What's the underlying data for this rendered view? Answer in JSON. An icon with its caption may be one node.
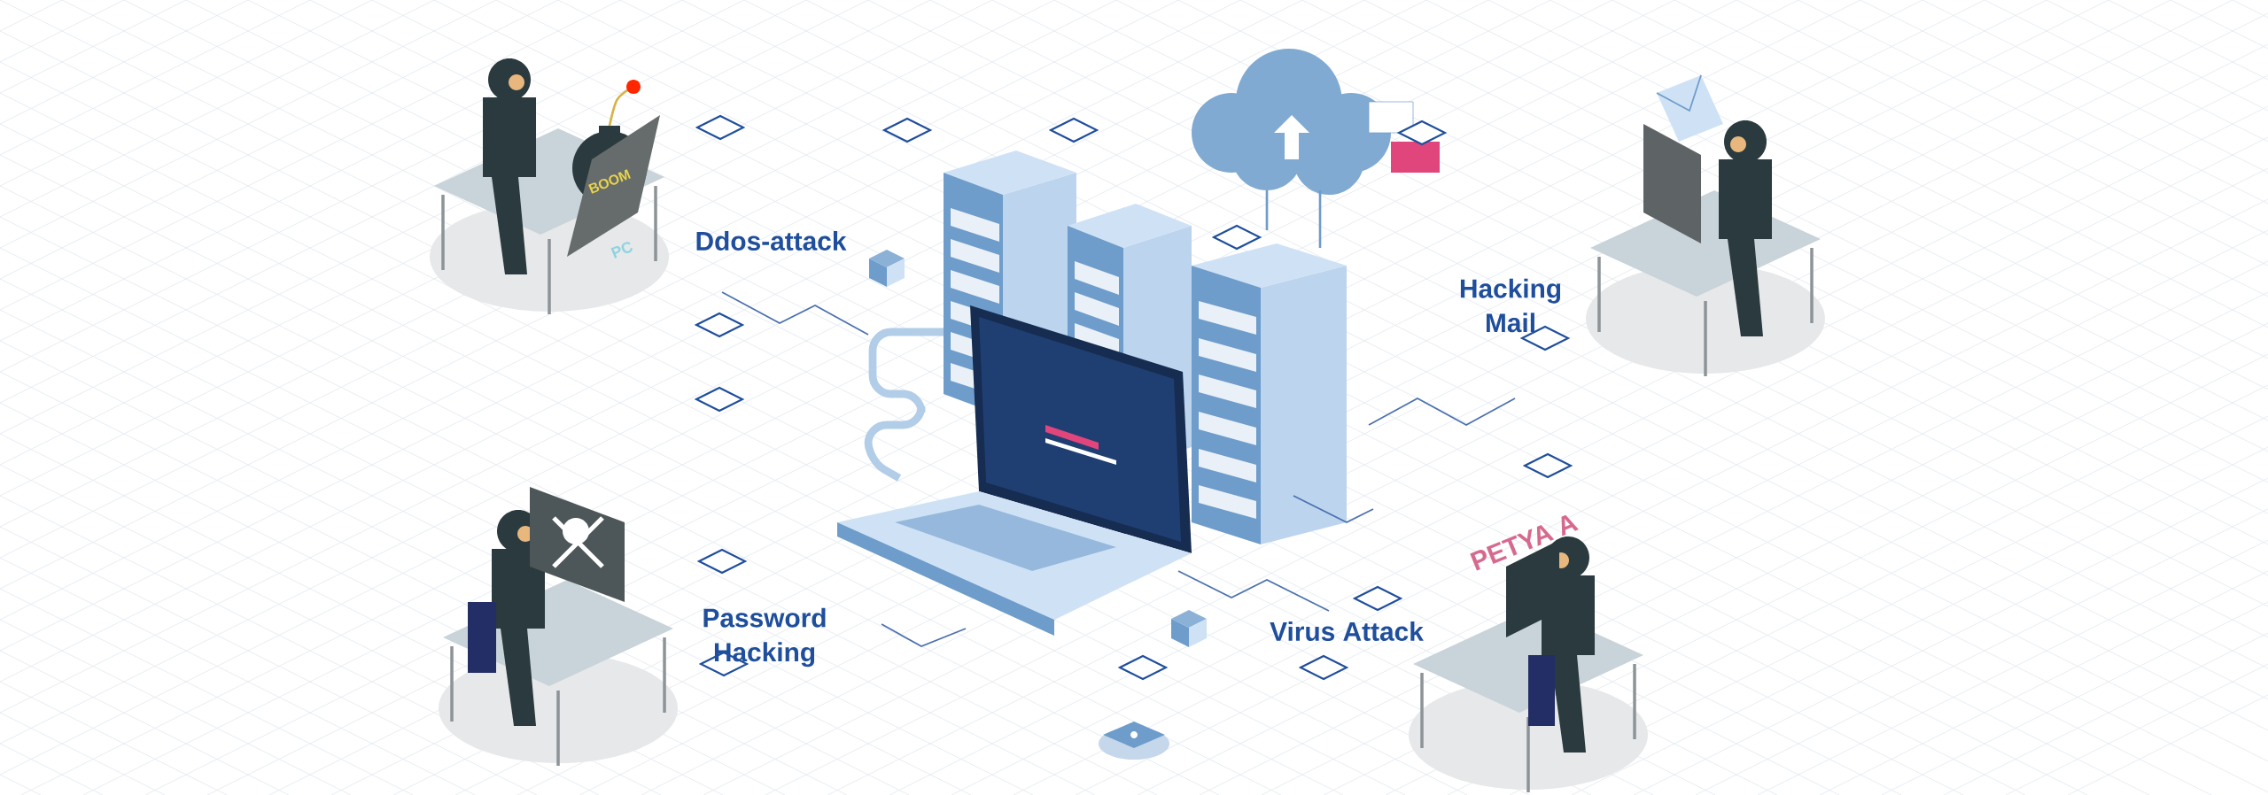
{
  "diagram": {
    "labels": [
      "BOOM",
      "PC",
      "Ddos-attack",
      "Hacking Mail",
      "Password Hacking",
      "Virus Attack",
      "PETYA A"
    ]
  }
}
